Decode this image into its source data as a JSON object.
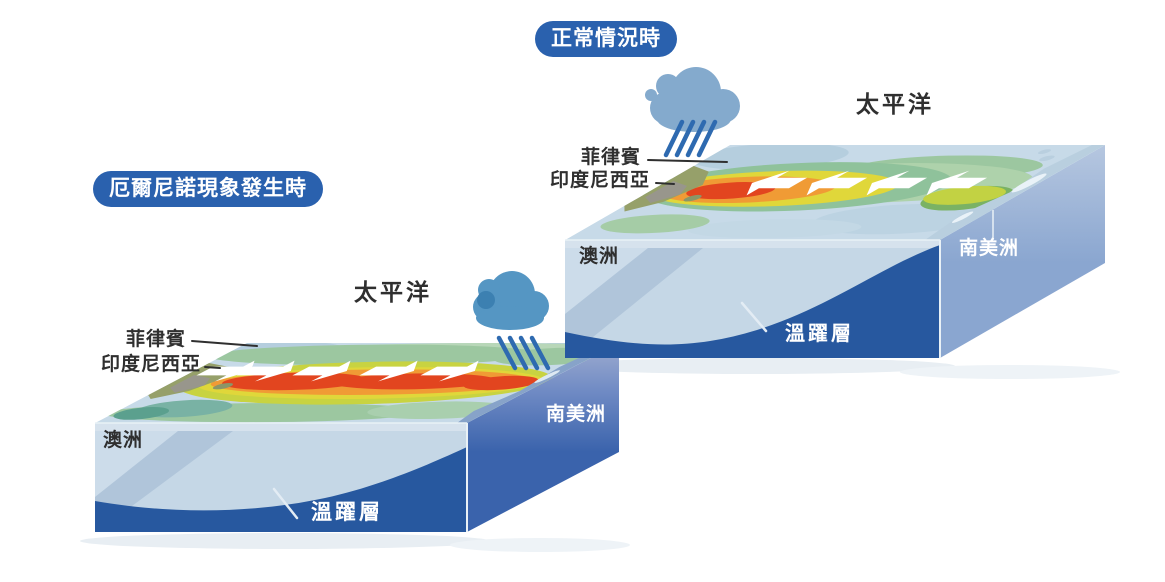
{
  "figure_subject": "Pacific ocean El Nino comparison diagram",
  "panels": {
    "normal": {
      "title": "正常情況時",
      "ocean": "太平洋",
      "philippines": "菲律賓",
      "indonesia": "印度尼西亞",
      "australia": "澳洲",
      "south_america": "南美洲",
      "thermocline": "溫躍層",
      "wind_direction": "westward",
      "wind_arrow_count": 4,
      "rain_cloud_position": "west"
    },
    "elnino": {
      "title": "厄爾尼諾現象發生時",
      "ocean": "太平洋",
      "philippines": "菲律賓",
      "indonesia": "印度尼西亞",
      "australia": "澳洲",
      "south_america": "南美洲",
      "thermocline": "溫躍層",
      "wind_direction": "eastward",
      "wind_arrow_count": 5,
      "rain_cloud_position": "east"
    }
  },
  "colors": {
    "title_pill": "#2a61ae",
    "deep_cold_water": "#27589f",
    "surface_base": "#c7dae8",
    "warm_red": "#e2451f",
    "warm_orange": "#f09b35",
    "warm_yellow": "#e0d73a",
    "green_band": "#8fc29b",
    "rain": "#2e6ab0",
    "cloud_normal": "#84aacd",
    "cloud_elnino": "#5596c3"
  }
}
